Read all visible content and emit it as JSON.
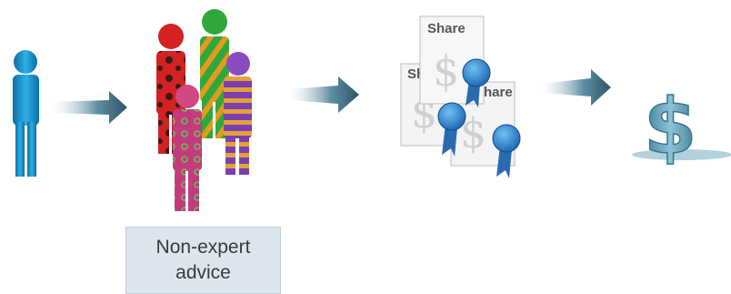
{
  "caption": {
    "line1": "Non-expert",
    "line2": "advice"
  },
  "shares": {
    "front_label": "Share",
    "back_left_label": "Sh",
    "back_right_label": "Share",
    "currency_symbol": "$"
  },
  "big_dollar_symbol": "$",
  "colors": {
    "investor": "#1a8fc9",
    "arrow": "#3f6b80",
    "caption_bg": "#dde6ef",
    "ribbon": "#2a78c4",
    "dollar": "#5c9bb3"
  },
  "icons": [
    "investor-figure-icon",
    "arrow-icon",
    "advisor-group-icon",
    "share-certificates-icon",
    "award-ribbon-icon",
    "dollar-sign-icon"
  ]
}
